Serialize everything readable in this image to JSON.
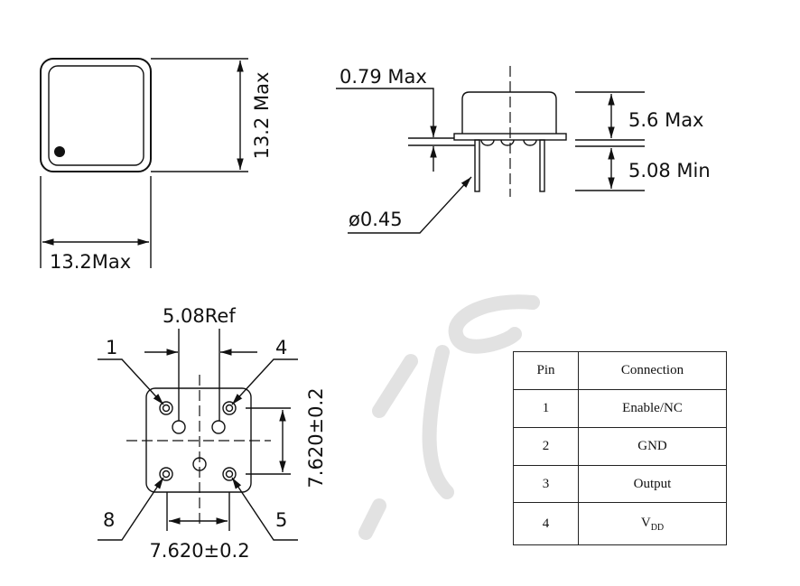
{
  "top_view": {
    "width_label": "13.2Max",
    "height_label": "13.2 Max"
  },
  "side_view": {
    "flange_label": "0.79 Max",
    "height_label": "5.6 Max",
    "pin_length_label": "5.08 Min",
    "pin_diameter_label": "ø0.45"
  },
  "bottom_view": {
    "pin_spacing_ref": "5.08Ref",
    "horizontal_dim": "7.620±0.2",
    "vertical_dim": "7.620±0.2",
    "pin_labels": [
      "1",
      "4",
      "8",
      "5"
    ]
  },
  "pin_table": {
    "headers": [
      "Pin",
      "Connection"
    ],
    "rows": [
      {
        "pin": "1",
        "connection": "Enable/NC"
      },
      {
        "pin": "2",
        "connection": "GND"
      },
      {
        "pin": "3",
        "connection": "Output"
      },
      {
        "pin": "4",
        "connection": "V",
        "connection_sub": "DD"
      }
    ]
  }
}
